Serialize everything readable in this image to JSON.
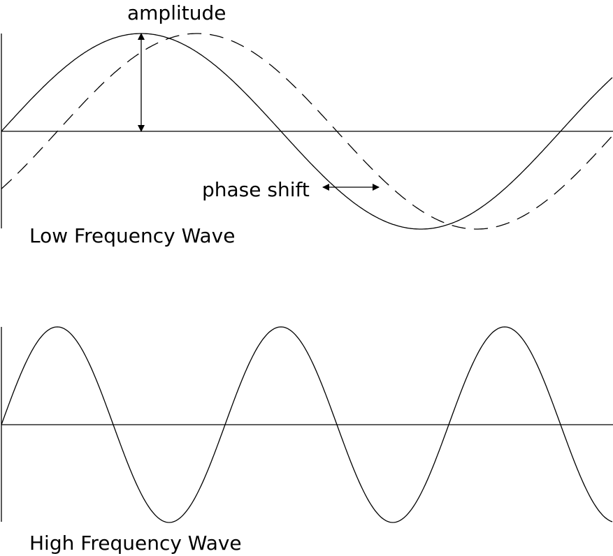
{
  "diagram": {
    "labels": {
      "amplitude": "amplitude",
      "phase_shift": "phase shift",
      "low_frequency_title": "Low Frequency Wave",
      "high_frequency_title": "High Frequency Wave"
    },
    "panels": [
      {
        "name": "low-frequency-wave",
        "cycles": 1.0938,
        "waves": [
          {
            "name": "reference-wave",
            "style": "solid",
            "phase_shift_fraction_of_period": 0
          },
          {
            "name": "shifted-wave",
            "style": "dashed",
            "phase_shift_fraction_of_period": 0.1
          }
        ],
        "annotations": [
          "amplitude",
          "phase shift"
        ]
      },
      {
        "name": "high-frequency-wave",
        "cycles": 2.7344,
        "waves": [
          {
            "name": "high-frequency-wave",
            "style": "solid",
            "phase_shift_fraction_of_period": 0
          }
        ],
        "annotations": []
      }
    ],
    "stroke_color": "#000000",
    "background": "#ffffff"
  }
}
